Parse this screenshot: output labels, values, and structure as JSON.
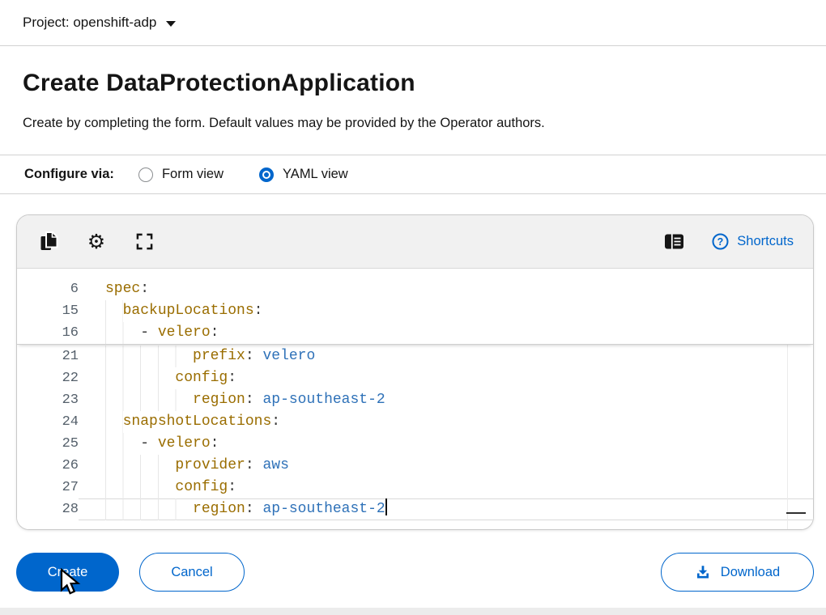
{
  "project_bar": {
    "label": "Project: openshift-adp"
  },
  "page": {
    "title": "Create DataProtectionApplication",
    "subtitle": "Create by completing the form. Default values may be provided by the Operator authors."
  },
  "configure": {
    "label": "Configure via:",
    "options": [
      {
        "label": "Form view",
        "selected": false
      },
      {
        "label": "YAML view",
        "selected": true
      }
    ]
  },
  "editor": {
    "toolbar": {
      "left_icons": [
        "copy-icon",
        "settings-gear-icon",
        "fullscreen-icon"
      ],
      "right_icons": [
        "sidebar-view-icon",
        "help-icon"
      ],
      "shortcuts_label": "Shortcuts"
    },
    "sticky_lines": [
      {
        "num": "6",
        "indent": 0,
        "key": "spec"
      },
      {
        "num": "15",
        "indent": 2,
        "key": "backupLocations"
      },
      {
        "num": "16",
        "indent": 4,
        "dash": true,
        "key": "velero"
      }
    ],
    "lines": [
      {
        "num": "21",
        "indent": 10,
        "key": "prefix",
        "value": "velero"
      },
      {
        "num": "22",
        "indent": 8,
        "key": "config"
      },
      {
        "num": "23",
        "indent": 10,
        "key": "region",
        "value": "ap-southeast-2"
      },
      {
        "num": "24",
        "indent": 2,
        "key": "snapshotLocations"
      },
      {
        "num": "25",
        "indent": 4,
        "dash": true,
        "key": "velero"
      },
      {
        "num": "26",
        "indent": 8,
        "key": "provider",
        "value": "aws"
      },
      {
        "num": "27",
        "indent": 8,
        "key": "config"
      },
      {
        "num": "28",
        "indent": 10,
        "key": "region",
        "value": "ap-southeast-2",
        "active": true,
        "cursor": true
      }
    ]
  },
  "actions": {
    "create_label": "Create",
    "cancel_label": "Cancel",
    "download_label": "Download"
  },
  "colors": {
    "accent": "#0066cc",
    "yaml_key": "#9a6d00",
    "yaml_value": "#2e71b8",
    "line_number": "#55606b",
    "toolbar_bg": "#f1f1f1"
  }
}
